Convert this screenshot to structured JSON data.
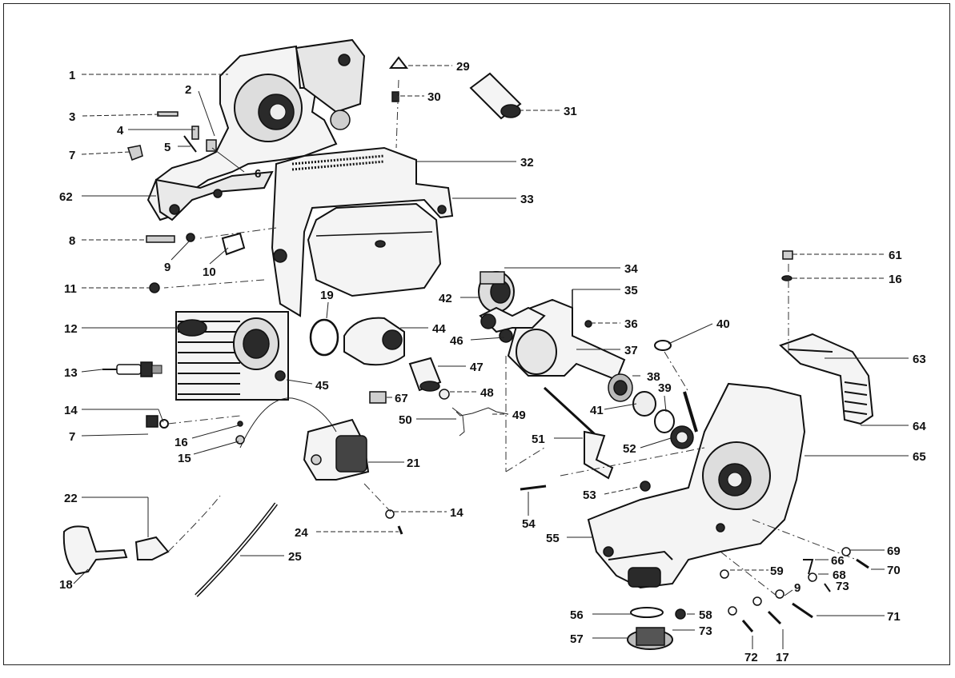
{
  "diagram": {
    "type": "exploded-parts-view",
    "labels": [
      {
        "id": "p1",
        "text": "1"
      },
      {
        "id": "p2",
        "text": "2"
      },
      {
        "id": "p3",
        "text": "3"
      },
      {
        "id": "p4",
        "text": "4"
      },
      {
        "id": "p5",
        "text": "5"
      },
      {
        "id": "p6",
        "text": "6"
      },
      {
        "id": "p7a",
        "text": "7"
      },
      {
        "id": "p62",
        "text": "62"
      },
      {
        "id": "p8",
        "text": "8"
      },
      {
        "id": "p9a",
        "text": "9"
      },
      {
        "id": "p10",
        "text": "10"
      },
      {
        "id": "p11",
        "text": "11"
      },
      {
        "id": "p12",
        "text": "12"
      },
      {
        "id": "p13",
        "text": "13"
      },
      {
        "id": "p14a",
        "text": "14"
      },
      {
        "id": "p7b",
        "text": "7"
      },
      {
        "id": "p16a",
        "text": "16"
      },
      {
        "id": "p15",
        "text": "15"
      },
      {
        "id": "p22",
        "text": "22"
      },
      {
        "id": "p18",
        "text": "18"
      },
      {
        "id": "p29",
        "text": "29"
      },
      {
        "id": "p30",
        "text": "30"
      },
      {
        "id": "p31",
        "text": "31"
      },
      {
        "id": "p32",
        "text": "32"
      },
      {
        "id": "p33",
        "text": "33"
      },
      {
        "id": "p19",
        "text": "19"
      },
      {
        "id": "p44",
        "text": "44"
      },
      {
        "id": "p45",
        "text": "45"
      },
      {
        "id": "p47",
        "text": "47"
      },
      {
        "id": "p48",
        "text": "48"
      },
      {
        "id": "p67",
        "text": "67"
      },
      {
        "id": "p50",
        "text": "50"
      },
      {
        "id": "p49",
        "text": "49"
      },
      {
        "id": "p21",
        "text": "21"
      },
      {
        "id": "p14b",
        "text": "14"
      },
      {
        "id": "p24",
        "text": "24"
      },
      {
        "id": "p25",
        "text": "25"
      },
      {
        "id": "p34",
        "text": "34"
      },
      {
        "id": "p42",
        "text": "42"
      },
      {
        "id": "p35",
        "text": "35"
      },
      {
        "id": "p36",
        "text": "36"
      },
      {
        "id": "p46",
        "text": "46"
      },
      {
        "id": "p37",
        "text": "37"
      },
      {
        "id": "p40",
        "text": "40"
      },
      {
        "id": "p38",
        "text": "38"
      },
      {
        "id": "p39",
        "text": "39"
      },
      {
        "id": "p41",
        "text": "41"
      },
      {
        "id": "p51",
        "text": "51"
      },
      {
        "id": "p52",
        "text": "52"
      },
      {
        "id": "p53",
        "text": "53"
      },
      {
        "id": "p54",
        "text": "54"
      },
      {
        "id": "p55",
        "text": "55"
      },
      {
        "id": "p61",
        "text": "61"
      },
      {
        "id": "p16b",
        "text": "16"
      },
      {
        "id": "p63",
        "text": "63"
      },
      {
        "id": "p64",
        "text": "64"
      },
      {
        "id": "p65",
        "text": "65"
      },
      {
        "id": "p66",
        "text": "66"
      },
      {
        "id": "p69",
        "text": "69"
      },
      {
        "id": "p68",
        "text": "68"
      },
      {
        "id": "p73a",
        "text": "73"
      },
      {
        "id": "p70",
        "text": "70"
      },
      {
        "id": "p59",
        "text": "59"
      },
      {
        "id": "p9b",
        "text": "9"
      },
      {
        "id": "p71",
        "text": "71"
      },
      {
        "id": "p56",
        "text": "56"
      },
      {
        "id": "p58",
        "text": "58"
      },
      {
        "id": "p57",
        "text": "57"
      },
      {
        "id": "p73b",
        "text": "73"
      },
      {
        "id": "p72",
        "text": "72"
      },
      {
        "id": "p17",
        "text": "17"
      }
    ]
  }
}
